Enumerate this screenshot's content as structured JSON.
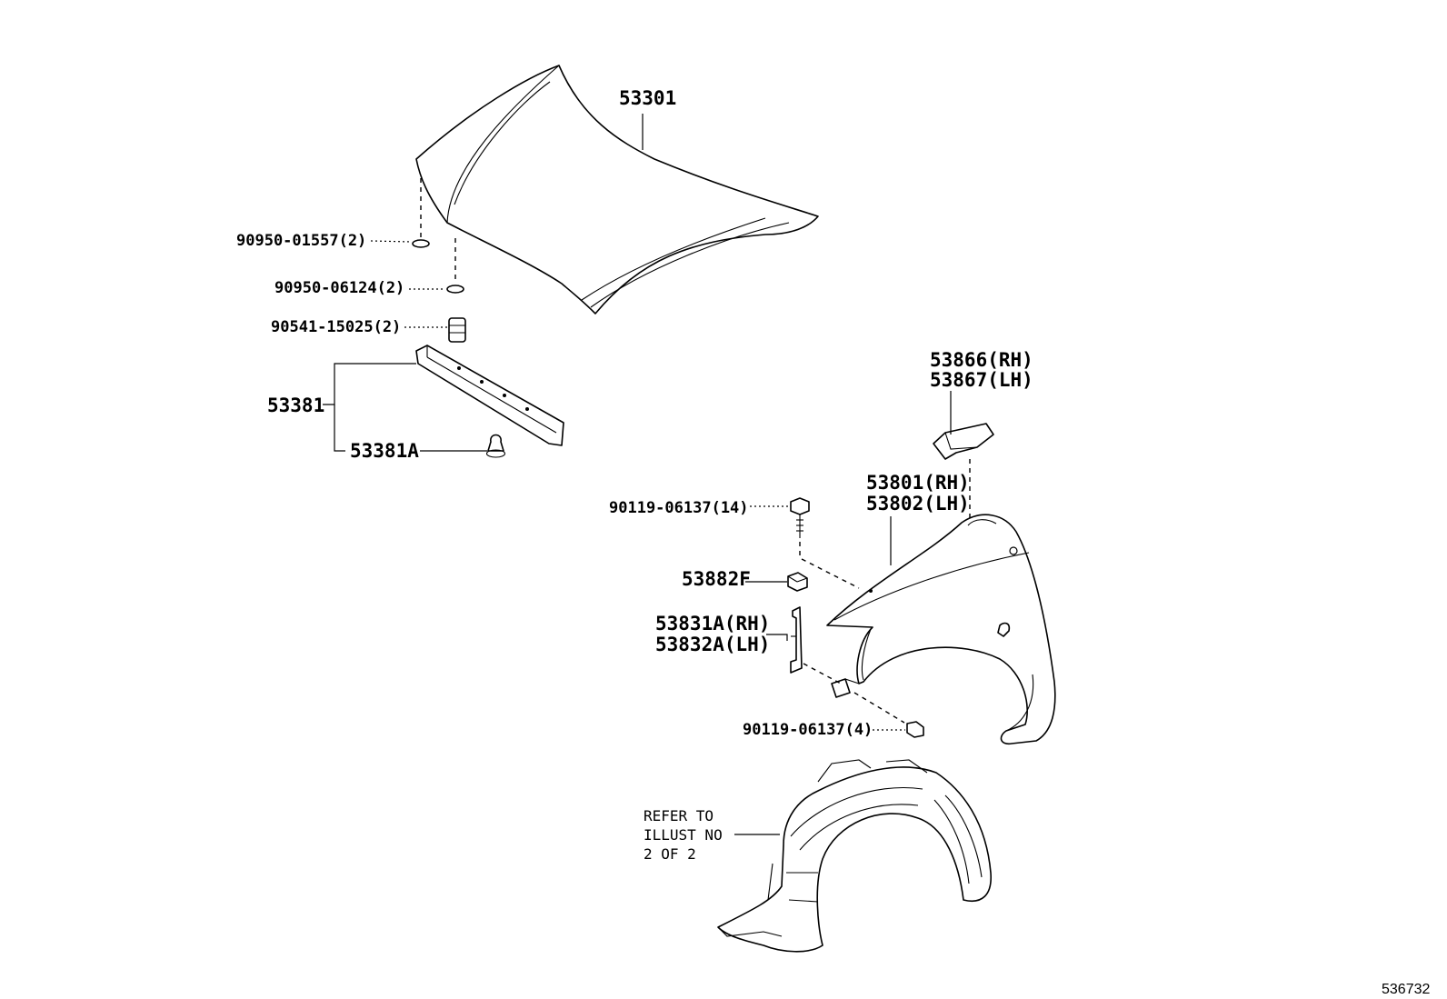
{
  "callouts": {
    "hood": "53301",
    "cushion_a": "90950-01557(2)",
    "cushion_b": "90950-06124(2)",
    "cushion_c": "90541-15025(2)",
    "seal": "53381",
    "seal_clip": "53381A",
    "fender_cover_rh": "53866(RH)",
    "fender_cover_lh": "53867(LH)",
    "fender_rh": "53801(RH)",
    "fender_lh": "53802(LH)",
    "bolt_upper": "90119-06137(14)",
    "nut": "53882F",
    "bracket_rh": "53831A(RH)",
    "bracket_lh": "53832A(LH)",
    "bolt_lower": "90119-06137(4)"
  },
  "note": {
    "line1": "REFER TO",
    "line2": "ILLUST NO",
    "line3": "2 OF 2"
  },
  "illustration_id": "536732"
}
